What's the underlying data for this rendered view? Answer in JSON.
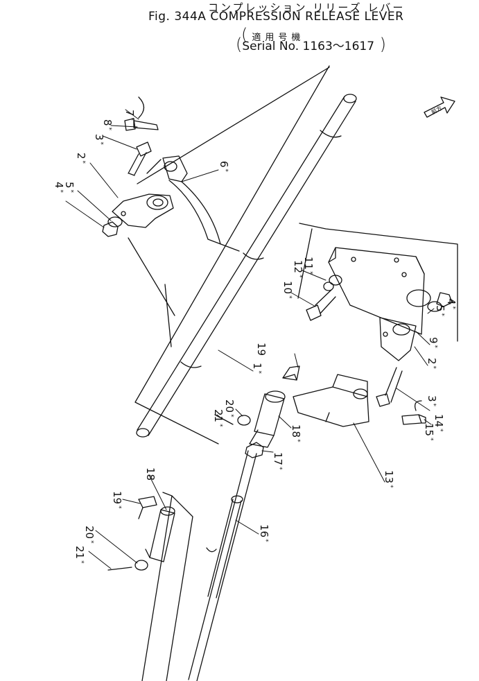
{
  "header": {
    "title_jp": "コンプレッション リリーズ レバー",
    "fig_label": "Fig. 344A",
    "title_en": "COMPRESSION RELEASE LEVER",
    "applicable_jp": "適用号機",
    "serial_range": "Serial No. 1163～1617"
  },
  "direction_arrow": {
    "label": "前方"
  },
  "callouts": [
    {
      "id": "c7",
      "number": "7",
      "starred": true
    },
    {
      "id": "c8",
      "number": "8",
      "starred": true
    },
    {
      "id": "c3a",
      "number": "3",
      "starred": true
    },
    {
      "id": "c2a",
      "number": "2",
      "starred": true
    },
    {
      "id": "c5a",
      "number": "5",
      "starred": true
    },
    {
      "id": "c4a",
      "number": "4",
      "starred": true
    },
    {
      "id": "c6",
      "number": "6",
      "starred": true
    },
    {
      "id": "c12",
      "number": "12",
      "starred": true
    },
    {
      "id": "c11",
      "number": "11",
      "starred": true
    },
    {
      "id": "c10",
      "number": "10",
      "starred": true
    },
    {
      "id": "c4b",
      "number": "4",
      "starred": true
    },
    {
      "id": "c5b",
      "number": "5",
      "starred": true
    },
    {
      "id": "c9",
      "number": "9",
      "starred": true
    },
    {
      "id": "c2b",
      "number": "2",
      "starred": true
    },
    {
      "id": "c1",
      "number": "1",
      "starred": true
    },
    {
      "id": "c19a",
      "number": "19",
      "starred": false
    },
    {
      "id": "c3b",
      "number": "3",
      "starred": true
    },
    {
      "id": "c14",
      "number": "14",
      "starred": true
    },
    {
      "id": "c15",
      "number": "15",
      "starred": true
    },
    {
      "id": "c20a",
      "number": "20",
      "starred": true
    },
    {
      "id": "c21a",
      "number": "21",
      "starred": true
    },
    {
      "id": "c18a",
      "number": "18",
      "starred": true
    },
    {
      "id": "c17",
      "number": "17",
      "starred": true
    },
    {
      "id": "c13",
      "number": "13",
      "starred": true
    },
    {
      "id": "c18b",
      "number": "18",
      "starred": false
    },
    {
      "id": "c19b",
      "number": "19",
      "starred": true
    },
    {
      "id": "c20b",
      "number": "20",
      "starred": true
    },
    {
      "id": "c21b",
      "number": "21",
      "starred": true
    },
    {
      "id": "c16",
      "number": "16",
      "starred": true
    }
  ]
}
